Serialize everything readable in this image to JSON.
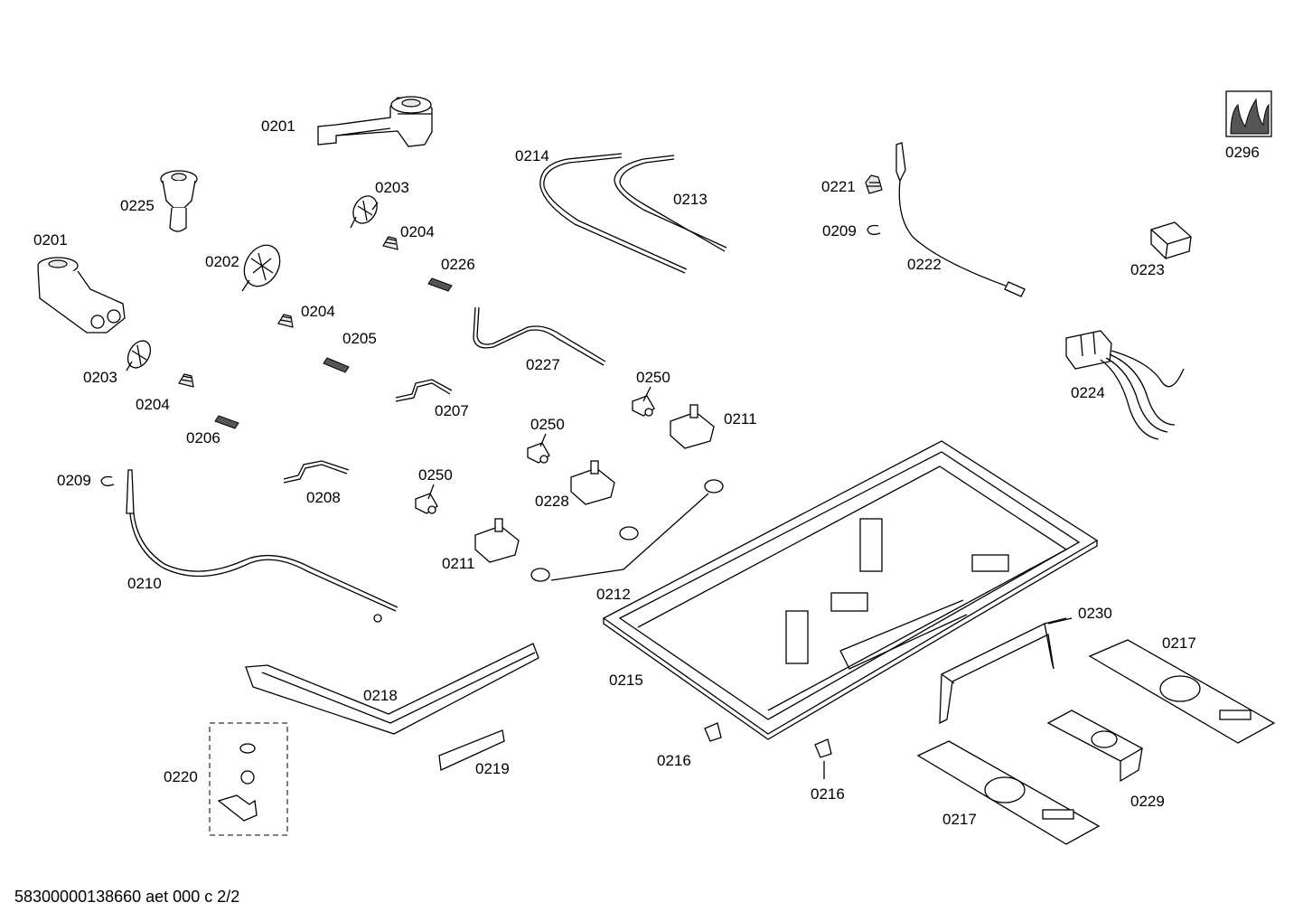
{
  "diagram": {
    "labels": [
      "0201",
      "0225",
      "0201",
      "0203",
      "0204",
      "0202",
      "0226",
      "0204",
      "0205",
      "0203",
      "0204",
      "0206",
      "0214",
      "0213",
      "0227",
      "0207",
      "0221",
      "0209",
      "0222",
      "0296",
      "0223",
      "0224",
      "0250",
      "0211",
      "0250",
      "0228",
      "0250",
      "0211",
      "0209",
      "0208",
      "0210",
      "0212",
      "0230",
      "0217",
      "0215",
      "0218",
      "0219",
      "0220",
      "0216",
      "0216",
      "0229",
      "0217"
    ],
    "footer": "58300000138660 aet 000 c 2/2"
  }
}
